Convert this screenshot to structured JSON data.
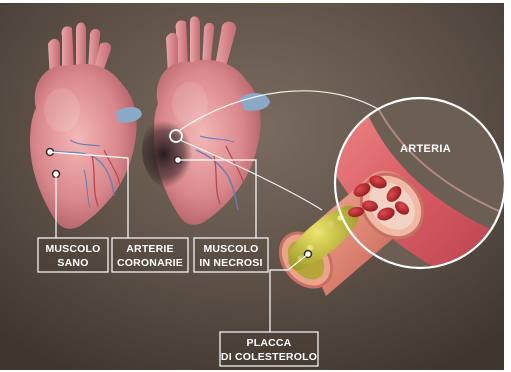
{
  "labels": {
    "artery": "ARTERIA",
    "healthy_muscle": [
      "MUSCOLO",
      "SANO"
    ],
    "coronary_arteries": [
      "ARTERIE",
      "CORONARIE"
    ],
    "necrotic_muscle": [
      "MUSCOLO",
      "IN NECROSI"
    ],
    "cholesterol_plaque": [
      "PLACCA",
      "DI COLESTEROLO"
    ]
  },
  "colors": {
    "background": "#5b4f45",
    "heart_tissue": "#d98a8e",
    "artery_wall": "#e07a7a",
    "blood_cell": "#c0282c",
    "plaque": "#c9c23a",
    "necrosis": "#2a2326"
  }
}
